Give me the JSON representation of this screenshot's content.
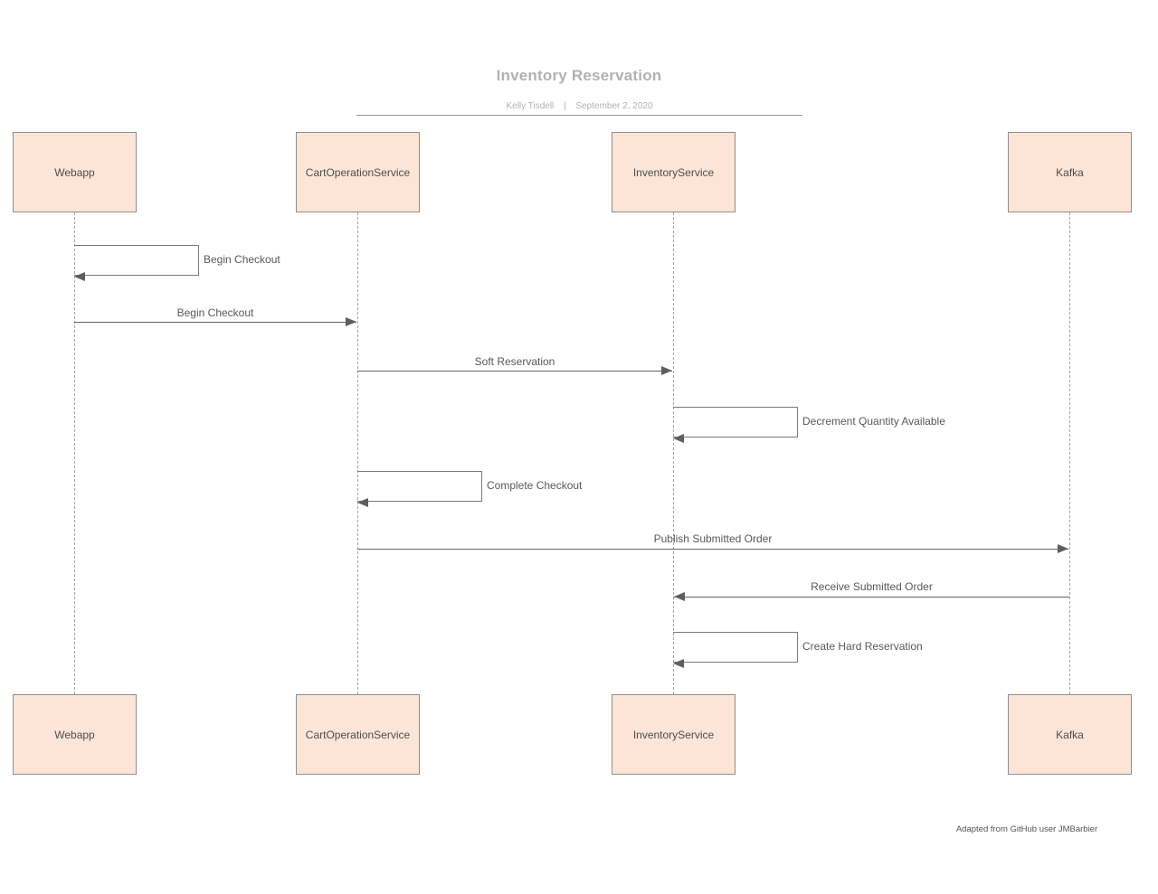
{
  "title": "Inventory Reservation",
  "subtitle": {
    "author": "Kelly Tisdell",
    "separator": "|",
    "date": "September 2, 2020"
  },
  "actors": [
    {
      "id": "webapp",
      "label": "Webapp"
    },
    {
      "id": "cart-operation-service",
      "label": "CartOperationService"
    },
    {
      "id": "inventory-service",
      "label": "InventoryService"
    },
    {
      "id": "kafka",
      "label": "Kafka"
    }
  ],
  "messages": [
    {
      "label": "Begin Checkout",
      "from": "Webapp",
      "to": "Webapp",
      "type": "self"
    },
    {
      "label": "Begin Checkout",
      "from": "Webapp",
      "to": "CartOperationService",
      "type": "arrow"
    },
    {
      "label": "Soft Reservation",
      "from": "CartOperationService",
      "to": "InventoryService",
      "type": "arrow"
    },
    {
      "label": "Decrement Quantity Available",
      "from": "InventoryService",
      "to": "InventoryService",
      "type": "self"
    },
    {
      "label": "Complete Checkout",
      "from": "CartOperationService",
      "to": "CartOperationService",
      "type": "self"
    },
    {
      "label": "Publish Submitted Order",
      "from": "CartOperationService",
      "to": "Kafka",
      "type": "arrow"
    },
    {
      "label": "Receive Submitted Order",
      "from": "Kafka",
      "to": "InventoryService",
      "type": "arrow"
    },
    {
      "label": "Create Hard Reservation",
      "from": "InventoryService",
      "to": "InventoryService",
      "type": "self"
    }
  ],
  "attribution": "Adapted from GitHub user JMBarbier",
  "colors": {
    "actor_fill": "#fce5d6",
    "actor_border": "#8f8f8f",
    "message_line": "#666666",
    "arrowhead": "#5e5e5e",
    "lifeline": "#a6a6a6",
    "title_text": "#b2b2b2",
    "label_text": "#595959"
  }
}
